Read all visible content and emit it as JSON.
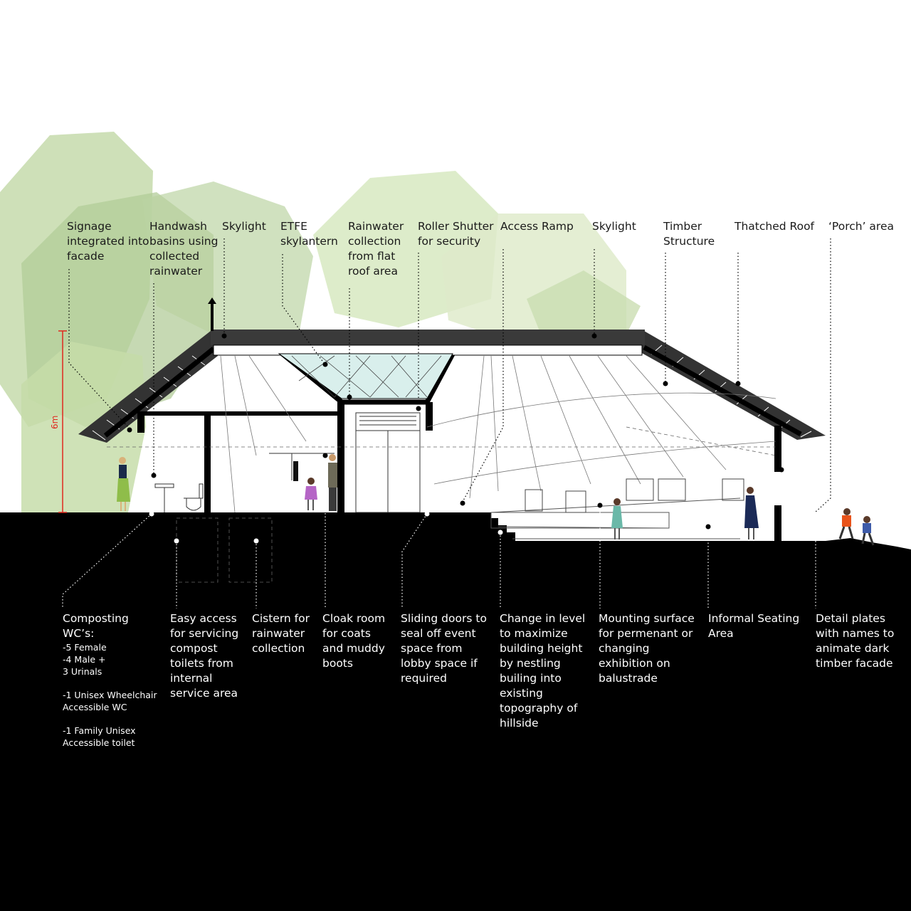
{
  "top_labels": [
    "Signage\nintegrated into\nfacade",
    "Handwash\nbasins using\ncollected\nrainwater",
    "Skylight",
    "ETFE\nskylantern",
    "Rainwater\ncollection\nfrom flat\nroof area",
    "Roller Shutter\nfor security",
    "Access Ramp",
    "Skylight",
    "Timber\nStructure",
    "Thatched Roof",
    "‘Porch’ area"
  ],
  "bottom_labels": {
    "wc_title": "Composting WC’s:",
    "wc_lines": [
      "-5 Female",
      "-4 Male +\n3 Urinals",
      "-1 Unisex Wheelchair\nAccessible WC",
      "-1 Family Unisex\nAccessible toilet"
    ],
    "items": [
      "Easy access\nfor servicing\ncompost\ntoilets from\ninternal\nservice area",
      "Cistern for\nrainwater\ncollection",
      "Cloak room\nfor coats\nand muddy\nboots",
      "Sliding doors to\nseal off event\nspace from\nlobby space if\nrequired",
      "Change in level\nto maximize\nbuilding height\nby nestling\nbuiling into\nexisting\ntopography of\nhillside",
      "Mounting surface\nfor permenant or\nchanging\nexhibition on\nbalustrade",
      "Informal Seating\nArea",
      "Detail plates\nwith names to\nanimate dark\ntimber facade"
    ]
  },
  "dimension_label": "6m",
  "colors": {
    "ground": "#000000",
    "tree_light": "#cfe2b2",
    "tree_mid": "#b8d49a",
    "tree_dark": "#9fbf86",
    "dimension": "#e0281e",
    "etfe": "#d9efec",
    "thatch": "#2b2b2b"
  }
}
